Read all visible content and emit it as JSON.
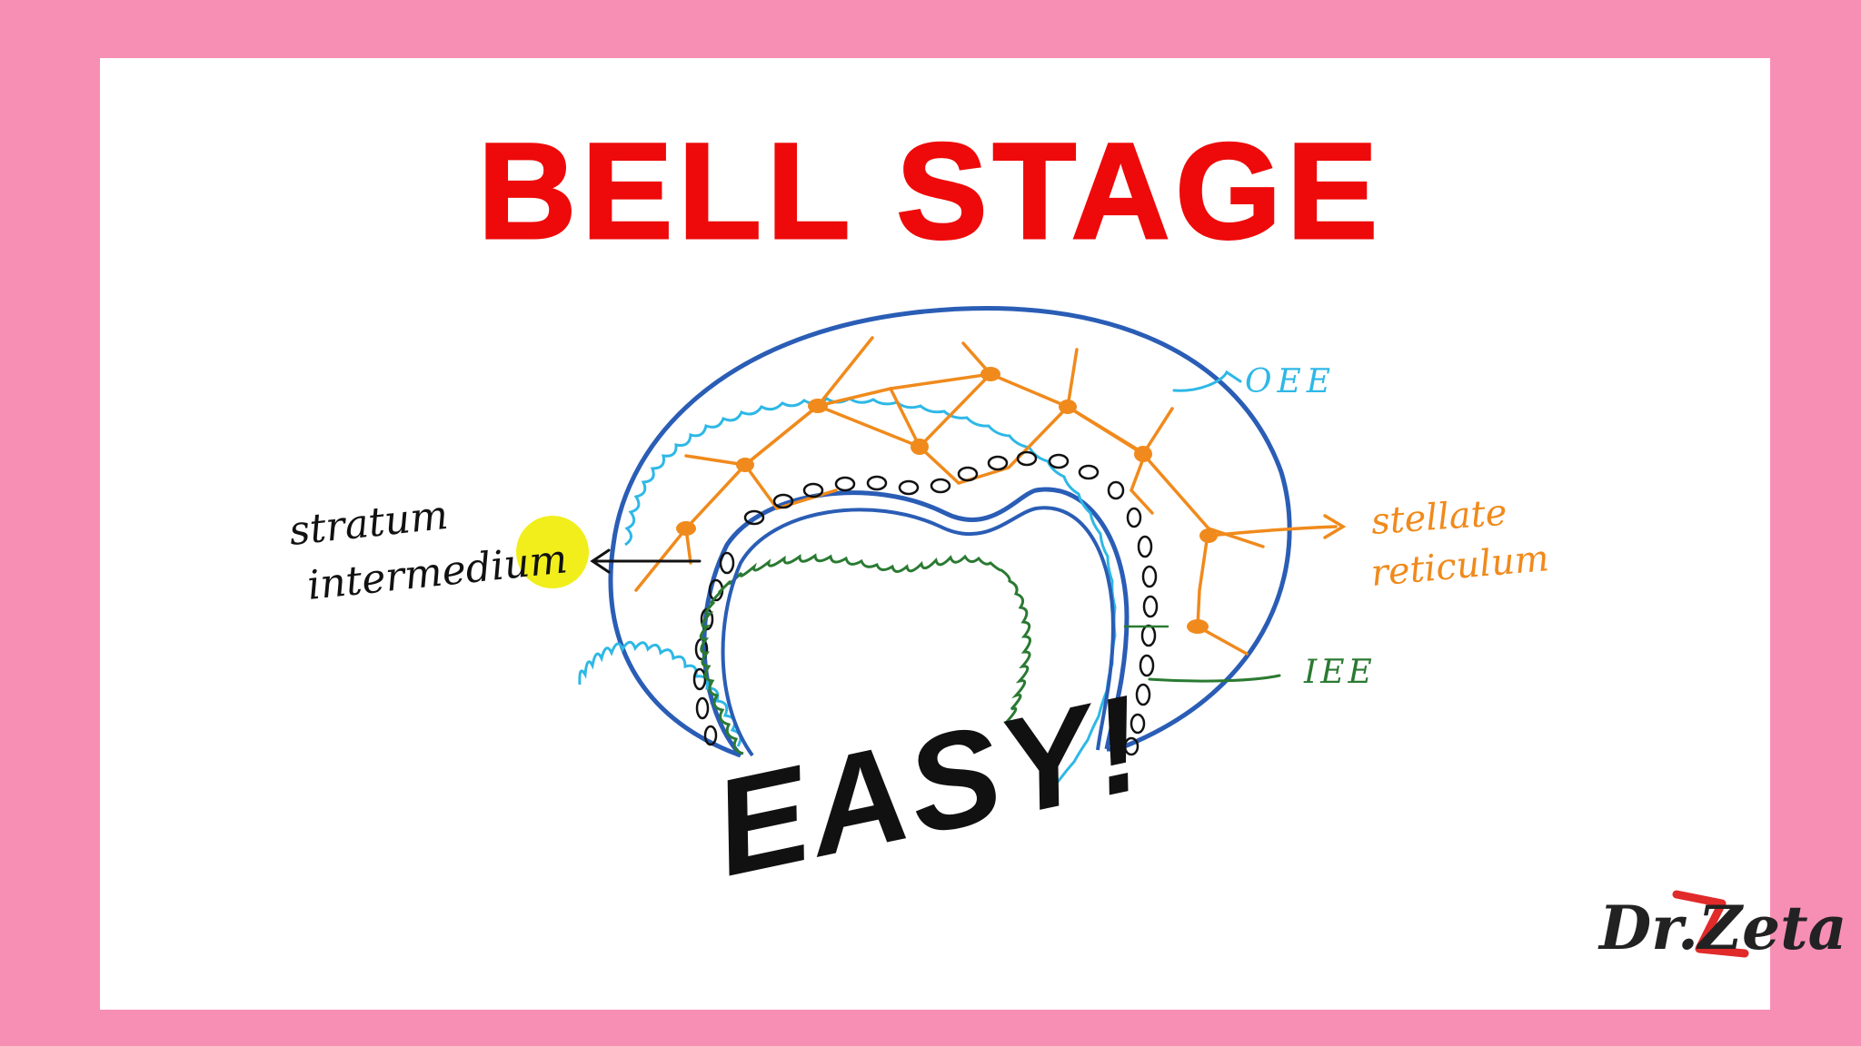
{
  "title": "BELL STAGE",
  "labels": {
    "stratum_line1": "stratum",
    "stratum_line2": "intermedium",
    "oee": "OEE",
    "stellate_line1": "stellate",
    "stellate_line2": "reticulum",
    "iee": "IEE"
  },
  "overlay_text": "EASY!",
  "logo_text": "Dr.Zeta",
  "colors": {
    "frame": "#f78fb4",
    "title": "#ee0a0a",
    "outer_outline": "#2a5db5",
    "oee": "#2eb8e6",
    "stellate": "#f08a1c",
    "iee": "#2a7a32",
    "stratum": "#111111",
    "highlight": "#f2ee1c"
  }
}
